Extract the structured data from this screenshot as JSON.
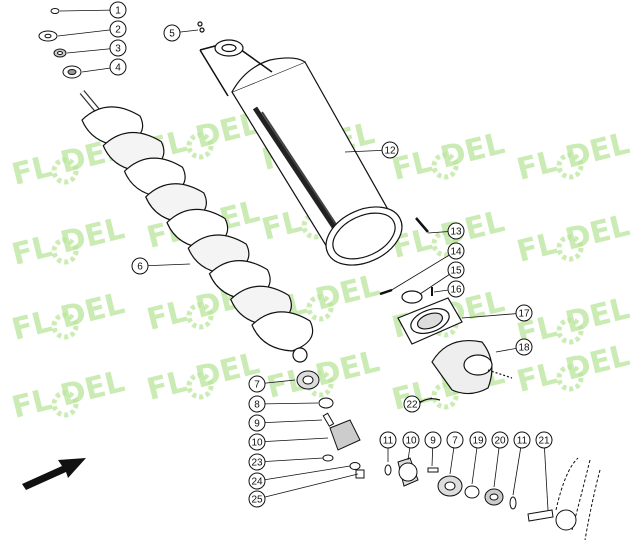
{
  "diagram": {
    "watermark_text": "FL DEL",
    "watermark_color": "#b9e59a",
    "line_color": "#111111",
    "callouts": [
      {
        "label": "1"
      },
      {
        "label": "2"
      },
      {
        "label": "3"
      },
      {
        "label": "4"
      },
      {
        "label": "5"
      },
      {
        "label": "6"
      },
      {
        "label": "7"
      },
      {
        "label": "8"
      },
      {
        "label": "9"
      },
      {
        "label": "10"
      },
      {
        "label": "12"
      },
      {
        "label": "13"
      },
      {
        "label": "14"
      },
      {
        "label": "15"
      },
      {
        "label": "16"
      },
      {
        "label": "17"
      },
      {
        "label": "18"
      },
      {
        "label": "22"
      },
      {
        "label": "23"
      },
      {
        "label": "24"
      },
      {
        "label": "25"
      },
      {
        "label": "11"
      },
      {
        "label": "10"
      },
      {
        "label": "9"
      },
      {
        "label": "7"
      },
      {
        "label": "19"
      },
      {
        "label": "20"
      },
      {
        "label": "11"
      },
      {
        "label": "21"
      }
    ]
  }
}
